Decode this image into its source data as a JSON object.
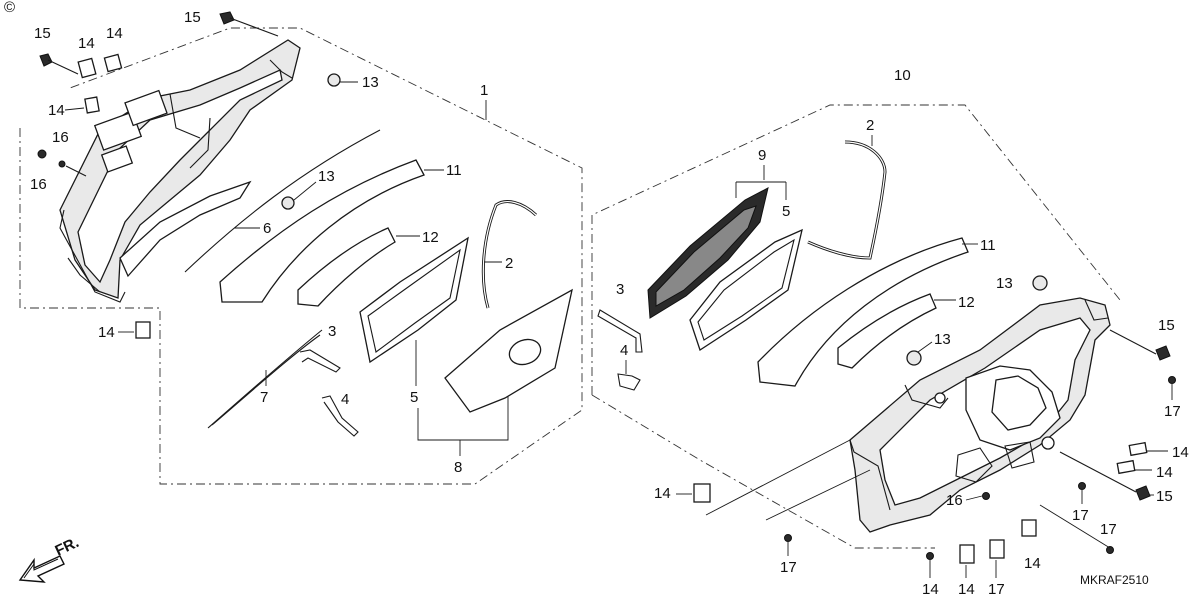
{
  "copyright_mark": "©",
  "diagram_code": "MKRAF2510",
  "direction_label": "FR.",
  "assembly_labels": {
    "left": "1",
    "right": "10"
  },
  "left_group": {
    "labels": [
      "15",
      "14",
      "14",
      "15",
      "13",
      "14",
      "16",
      "16",
      "13",
      "6",
      "11",
      "12",
      "2",
      "14",
      "3",
      "7",
      "4",
      "5",
      "8"
    ]
  },
  "right_group": {
    "labels": [
      "9",
      "5",
      "2",
      "3",
      "4",
      "11",
      "12",
      "13",
      "13",
      "15",
      "17",
      "14",
      "14",
      "15",
      "17",
      "16",
      "17",
      "14",
      "14",
      "14",
      "17",
      "17",
      "14"
    ]
  }
}
